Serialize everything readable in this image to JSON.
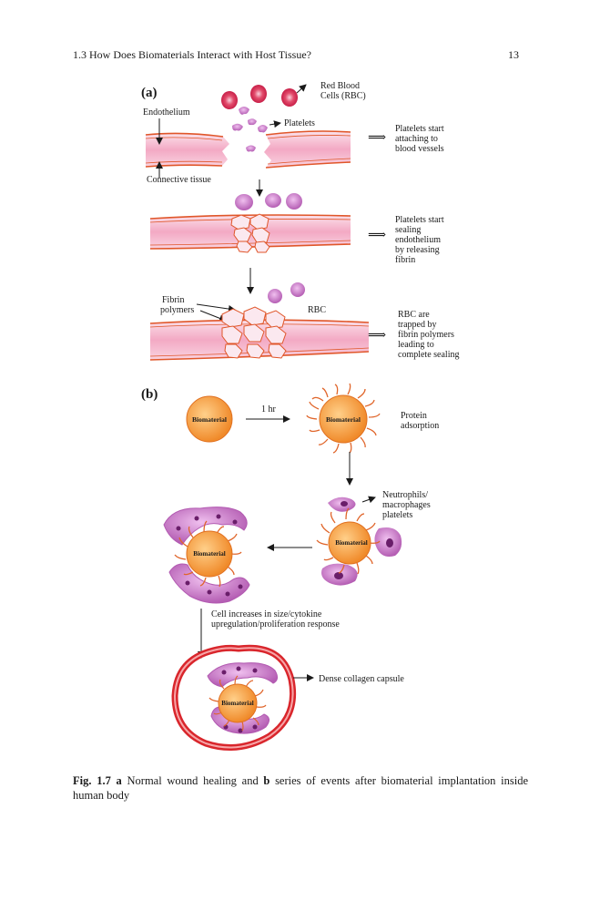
{
  "header": {
    "section": "1.3   How Does Biomaterials Interact with Host Tissue?",
    "page_number": "13"
  },
  "panel_a": {
    "label": "(a)",
    "endothelium": "Endothelium",
    "connective_tissue": "Connective tissue",
    "rbc_line1": "Red Blood",
    "rbc_line2": "Cells (RBC)",
    "platelets": "Platelets",
    "step1": [
      "Platelets start",
      "attaching to",
      "blood vessels"
    ],
    "step2": [
      "Platelets start",
      "sealing",
      "endothelium",
      "by releasing",
      "fibrin"
    ],
    "fibrin_line1": "Fibrin",
    "fibrin_line2": "polymers",
    "rbc_short": "RBC",
    "step3": [
      "RBC are",
      "trapped by",
      "fibrin polymers",
      "leading to",
      "complete sealing"
    ]
  },
  "panel_b": {
    "label": "(b)",
    "biomaterial": "Biomaterial",
    "time": "1 hr",
    "protein": [
      "Protein",
      "adsorption"
    ],
    "cells": [
      "Neutrophils/",
      "macrophages",
      "platelets"
    ],
    "response": [
      "Cell increases in size/cytokine",
      "upregulation/proliferation response"
    ],
    "capsule": "Dense collagen capsule"
  },
  "caption": {
    "fig_label": "Fig. 1.7",
    "a_label": "a",
    "a_text": " Normal wound healing and ",
    "b_label": "b",
    "b_text": " series of events after biomaterial implantation inside human body"
  },
  "colors": {
    "vessel_pink": "#f3a9c4",
    "vessel_line": "#e0562a",
    "cell_purple": "#c978c8",
    "biomaterial_orange": "#f59a3a",
    "capsule_red": "#d9262c"
  }
}
